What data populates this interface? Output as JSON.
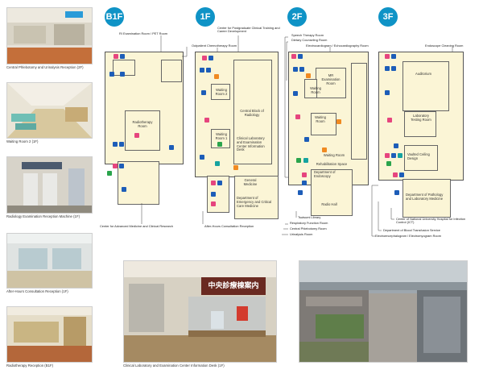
{
  "floors": {
    "b1f": "B1F",
    "f1": "1F",
    "f2": "2F",
    "f3": "3F"
  },
  "photo_captions": {
    "central_phlebotomy": "Central Phlebotomy and Urinalysis Reception (2F)",
    "waiting_room_2": "Waiting Room 2 (1F)",
    "radiology_machine": "Radiology Examination Reception Machine (1F)",
    "after_hours": "After-Hours Consultation Reception (1F)",
    "radiotherapy_reception": "Radiotherapy Reception (B1F)",
    "clinical_lab_desk": "Clinical Laboratory and Examination Center Information Desk (1F)"
  },
  "signage": {
    "central_sign": "中央診療棟案内"
  },
  "b1f": {
    "room_radiotherapy": "Radiotherapy Room",
    "label_top": "RI Examination Room / PET Room",
    "label_bottom": "Center for Advanced Medicine and Clinical Research"
  },
  "f1": {
    "label_postgrad": "Center for Postgraduate Clinical Training and Career Development",
    "label_outpatient": "Outpatient Chemotherapy Room",
    "room_waiting2": "Waiting Room 2",
    "room_central_block": "Central Block of Radiology",
    "room_waiting1": "Waiting Room 1",
    "room_clinical_lab": "Clinical Laboratory and Examination Center Information Desk",
    "room_general_medicine": "General Medicine",
    "room_emergency": "Department of Emergency and Critical Care Medicine",
    "label_after_hours": "After-Hours Consultation Reception"
  },
  "f2": {
    "label_speech": "Speech Therapy Room",
    "label_dietary": "Dietary Counseling Room",
    "label_ecg": "Electrocardiogram / Echocardiography Room",
    "room_mr": "MR Examination Room",
    "room_waiting_top": "Waiting Room",
    "room_waiting_mid": "Waiting Room",
    "room_waiting_low": "Waiting Room",
    "room_rehab": "Rehabilitation Space",
    "room_endoscopy": "Department of Endoscopy",
    "room_radio_hall": "Radio Hall",
    "label_tsutsumi": "Tsutsumi Library",
    "label_respiratory": "Respiratory Function Room",
    "label_central_phleb": "Central Phlebotomy Room",
    "label_urinalysis": "Urinalysis Room"
  },
  "f3": {
    "label_endoscope": "Endoscope Cleaning Room",
    "room_auditorium": "Auditorium",
    "room_lab_testing": "Laboratory Testing Room",
    "room_vaulted": "Vaulted Ceiling Design",
    "room_pathology": "Department of Pathology and Laboratory Medicine",
    "label_center_national": "Center of National University Hospital for Infection Control (ICT)",
    "label_transfusion": "Department of Blood Transfusion Service",
    "label_eeg": "Electroencephalogram / Electromyogram Room"
  },
  "colors": {
    "badge": "#0f93c6",
    "floor_fill": "#fbf5d6",
    "toilet_pink": "#e6457e",
    "toilet_blue": "#1d5db8"
  }
}
